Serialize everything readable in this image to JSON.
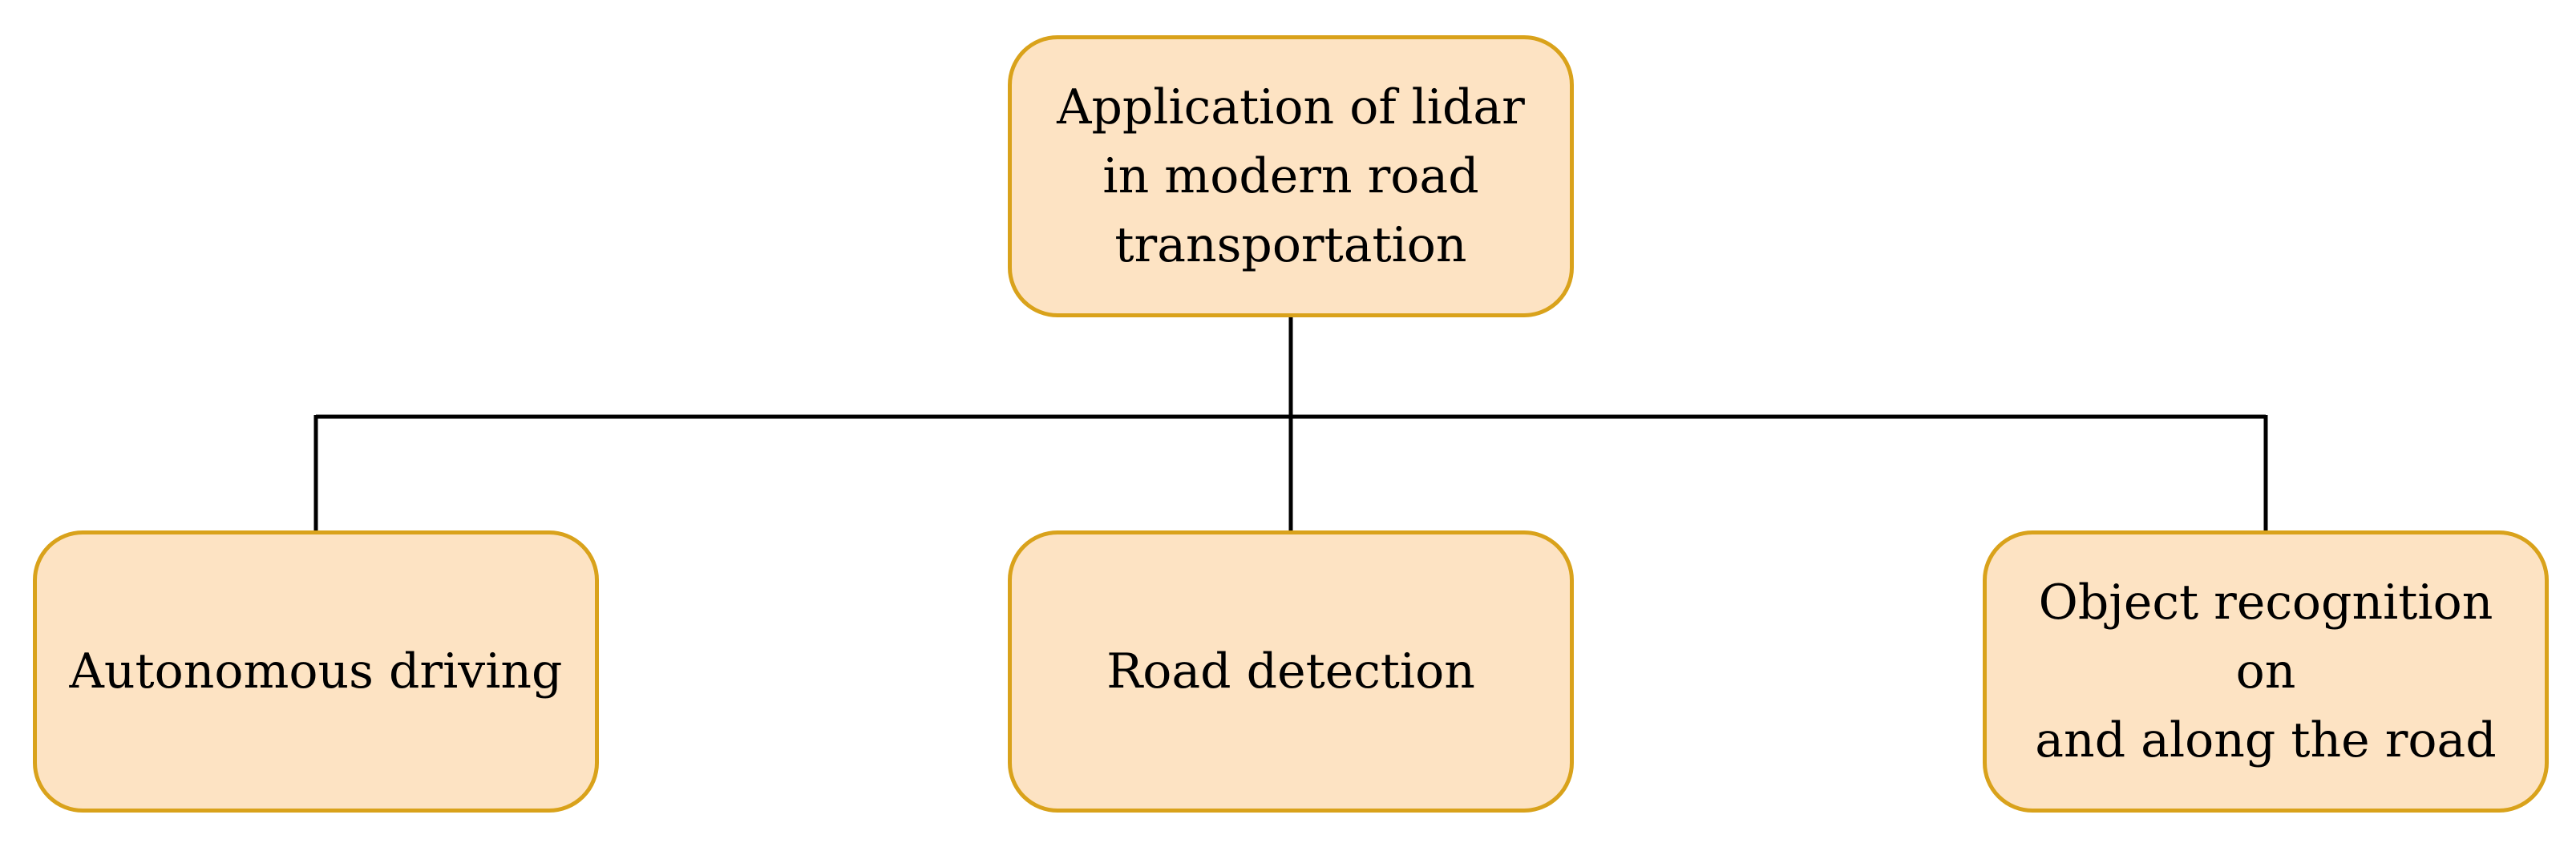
{
  "diagram": {
    "root": {
      "label": "Application of lidar\nin modern road\ntransportation"
    },
    "children": [
      {
        "label": "Autonomous driving"
      },
      {
        "label": "Road detection"
      },
      {
        "label": "Object recognition on\nand along the road"
      }
    ],
    "colors": {
      "node_fill": "#fde3c3",
      "node_border": "#d9a21b",
      "connector": "#000000"
    }
  }
}
